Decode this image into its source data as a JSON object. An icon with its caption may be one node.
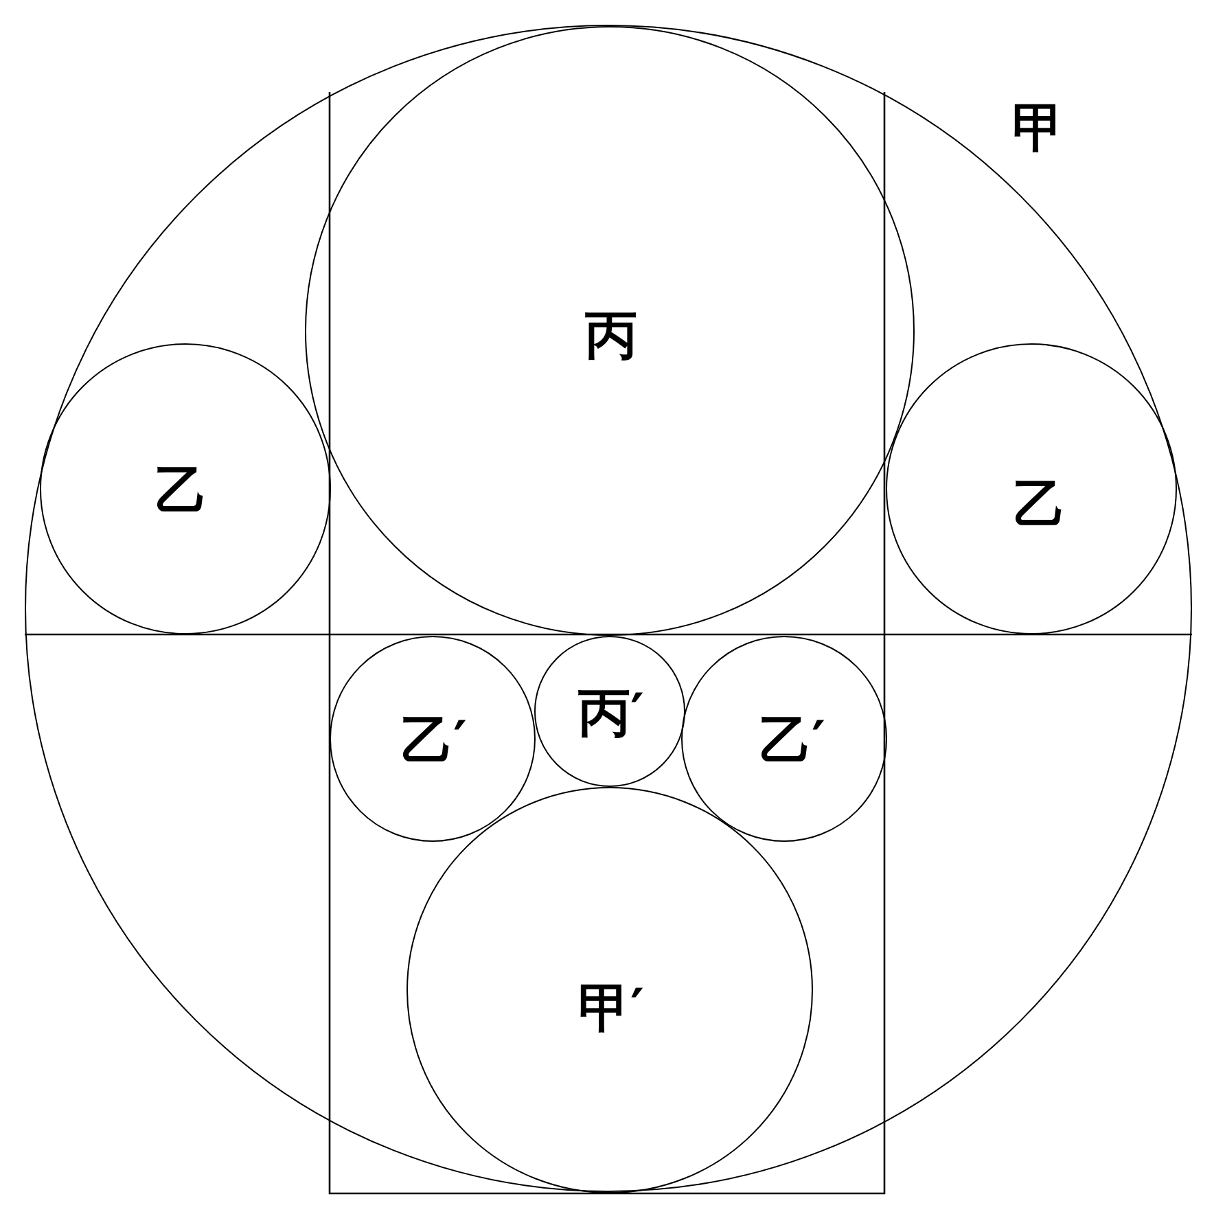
{
  "diagram": {
    "nodes": [
      {
        "text": [
          "甲"
        ]
      },
      {
        "text": [
          "丙"
        ],
        "in": 0
      },
      {
        "text": [
          "乙"
        ],
        "in": 0
      },
      {
        "text": [
          "乙"
        ],
        "in": 0
      },
      {
        "text": [
          "乙′"
        ],
        "in": 0
      },
      {
        "text": [
          "丙′"
        ],
        "in": 0
      },
      {
        "text": [
          "乙′"
        ],
        "in": 0
      },
      {
        "text": [
          "甲′"
        ],
        "in": 0
      }
    ]
  }
}
